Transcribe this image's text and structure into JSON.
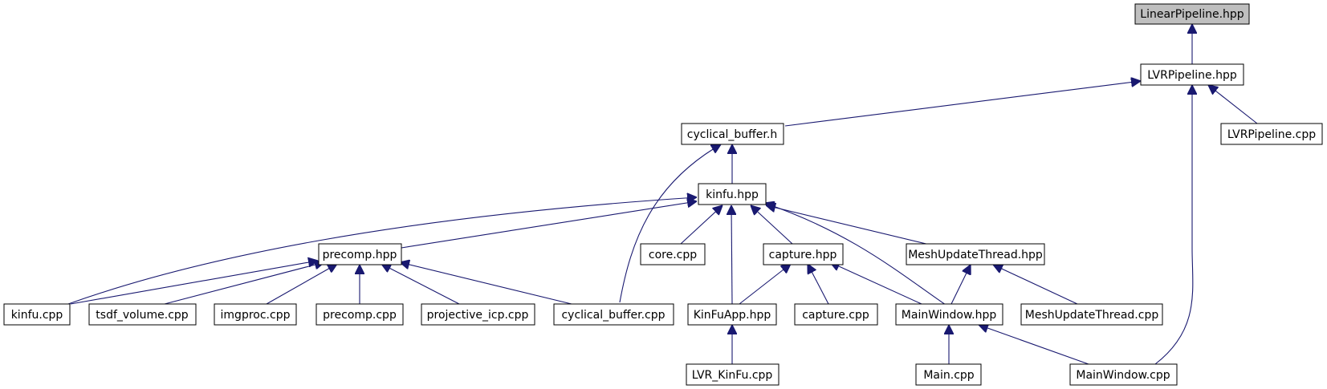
{
  "nodes": {
    "linear_pipeline_hpp": "LinearPipeline.hpp",
    "lvr_pipeline_hpp": "LVRPipeline.hpp",
    "lvr_pipeline_cpp": "LVRPipeline.cpp",
    "cyclical_buffer_h": "cyclical_buffer.h",
    "kinfu_hpp": "kinfu.hpp",
    "precomp_hpp": "precomp.hpp",
    "core_cpp": "core.cpp",
    "capture_hpp": "capture.hpp",
    "mesh_update_thread_hpp": "MeshUpdateThread.hpp",
    "kinfu_cpp": "kinfu.cpp",
    "tsdf_volume_cpp": "tsdf_volume.cpp",
    "imgproc_cpp": "imgproc.cpp",
    "precomp_cpp": "precomp.cpp",
    "projective_icp_cpp": "projective_icp.cpp",
    "cyclical_buffer_cpp": "cyclical_buffer.cpp",
    "kinfu_app_hpp": "KinFuApp.hpp",
    "capture_cpp": "capture.cpp",
    "main_window_hpp": "MainWindow.hpp",
    "mesh_update_thread_cpp": "MeshUpdateThread.cpp",
    "lvr_kinfu_cpp": "LVR_KinFu.cpp",
    "main_cpp": "Main.cpp",
    "main_window_cpp": "MainWindow.cpp"
  },
  "colors": {
    "edge": "#191970",
    "root_fill": "#bfbfbf",
    "node_fill": "#ffffff",
    "node_stroke": "#000000"
  }
}
